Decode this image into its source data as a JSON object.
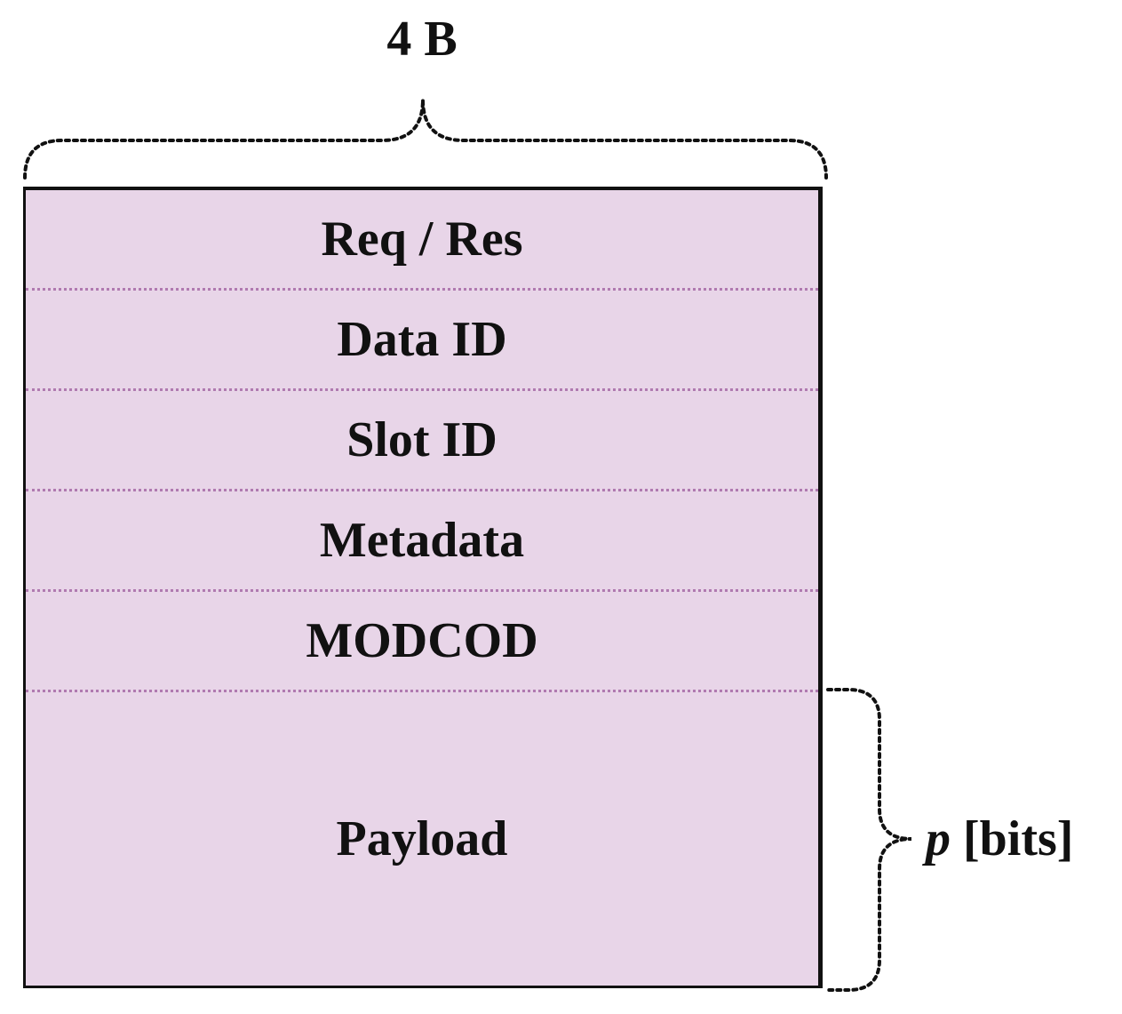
{
  "header": {
    "width_label": "4 B"
  },
  "packet": {
    "fields": [
      {
        "label": "Req / Res"
      },
      {
        "label": "Data ID"
      },
      {
        "label": "Slot ID"
      },
      {
        "label": "Metadata"
      },
      {
        "label": "MODCOD"
      },
      {
        "label": "Payload"
      }
    ]
  },
  "payload_size": {
    "variable": "p",
    "unit": "[bits]"
  },
  "colors": {
    "field_fill": "#e8d5e8",
    "separator": "#b07ab0",
    "outline": "#111111"
  }
}
